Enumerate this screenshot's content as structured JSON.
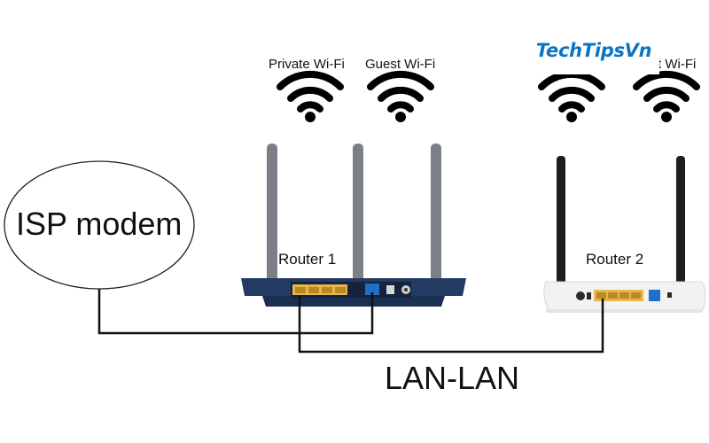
{
  "labels": {
    "isp_modem": "ISP modem",
    "router_1": "Router 1",
    "router_2": "Router 2",
    "lan_lan": "LAN-LAN",
    "wifi_private": "Private Wi-Fi",
    "wifi_guest": "Guest Wi-Fi",
    "wifi_guest_partial": "t Wi-Fi"
  },
  "watermark": {
    "text": "TechTipsVn",
    "color": "#0b74c5"
  },
  "colors": {
    "router1_body": "#233a63",
    "router1_antenna": "#7b7f86",
    "router2_body": "#f2f2f2",
    "router2_antenna": "#1e1e1e",
    "lan_port": "#e8b64a",
    "wan_port": "#1f6fc9",
    "cable": "#111111"
  },
  "icons": [
    "wifi-icon",
    "wifi-icon",
    "wifi-icon",
    "wifi-icon"
  ]
}
